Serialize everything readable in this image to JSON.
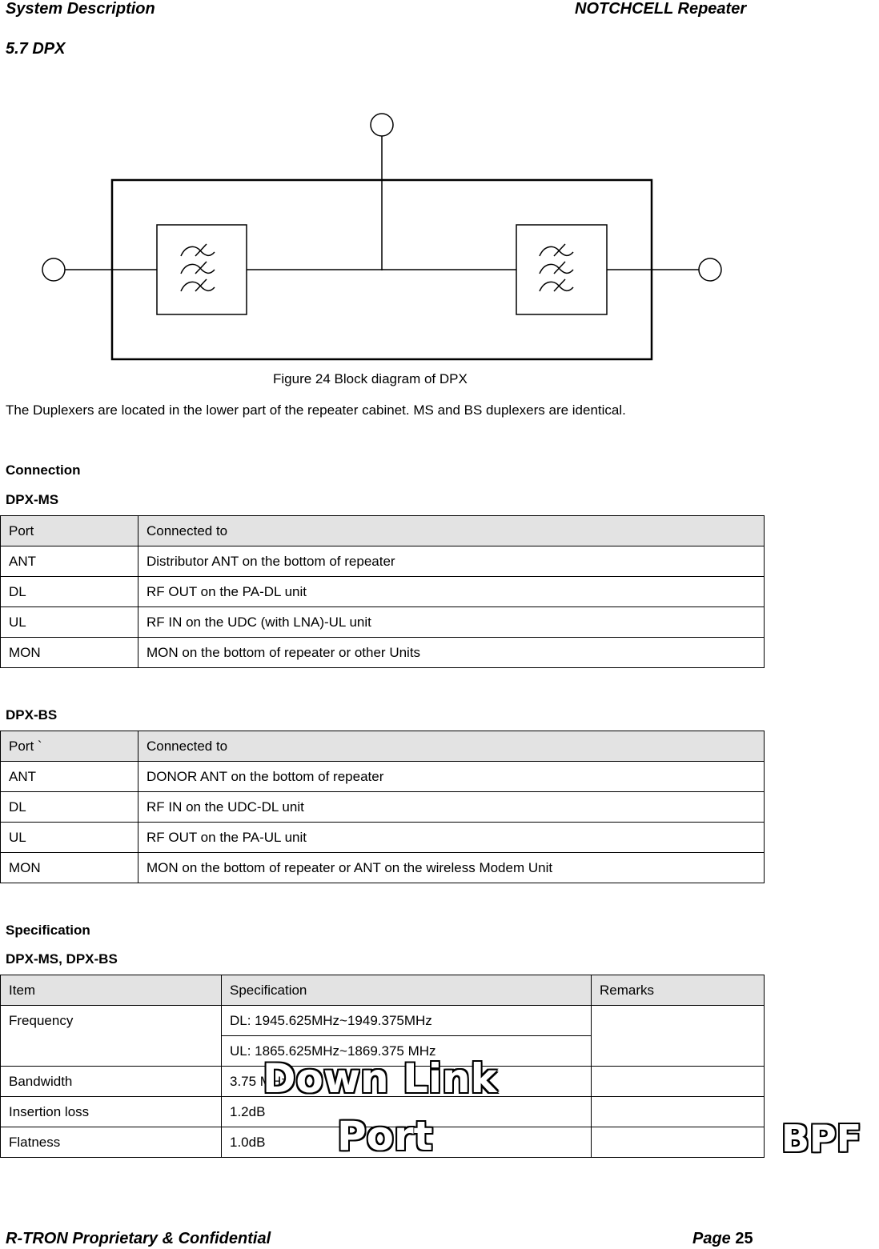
{
  "header": {
    "left": "System Description",
    "right": "NOTCHCELL Repeater"
  },
  "section_title": "5.7 DPX",
  "figure": {
    "caption": "Figure 24 Block diagram of DPX"
  },
  "intro": "The Duplexers are located in the lower part of the repeater cabinet. MS and BS duplexers are identical.",
  "connection": {
    "heading": "Connection",
    "ms": {
      "title": "DPX-MS",
      "headers": [
        "Port",
        "Connected to"
      ],
      "rows": [
        [
          "ANT",
          "Distributor ANT on the bottom of repeater"
        ],
        [
          "DL",
          "RF OUT on the PA-DL unit"
        ],
        [
          "UL",
          "RF IN on the UDC (with LNA)-UL unit"
        ],
        [
          "MON",
          "MON on the bottom of repeater or other Units"
        ]
      ]
    },
    "bs": {
      "title": "DPX-BS",
      "headers": [
        "Port `",
        "Connected to"
      ],
      "rows": [
        [
          "ANT",
          "DONOR ANT on the bottom of repeater"
        ],
        [
          "DL",
          "RF IN on the UDC-DL unit"
        ],
        [
          "UL",
          "RF OUT on the PA-UL unit"
        ],
        [
          "MON",
          "MON on the bottom of repeater or ANT on the wireless Modem Unit"
        ]
      ]
    }
  },
  "specification": {
    "heading": "Specification",
    "title": "DPX-MS, DPX-BS",
    "headers": [
      "Item",
      "Specification",
      "Remarks"
    ],
    "frequency": {
      "item": "Frequency",
      "dl": "DL: 1945.625MHz~1949.375MHz",
      "ul": "UL: 1865.625MHz~1869.375 MHz"
    },
    "rows": [
      [
        "Bandwidth",
        "3.75 MHz",
        ""
      ],
      [
        "Insertion loss",
        "1.2dB",
        ""
      ],
      [
        "Flatness",
        "1.0dB",
        ""
      ]
    ]
  },
  "overlays": {
    "down_link_line1": "Down Link",
    "down_link_line2": "Port",
    "bpf": "BPF"
  },
  "footer": {
    "left": "R-TRON Proprietary & Confidential",
    "page_label": "Page",
    "page_number": "25"
  }
}
